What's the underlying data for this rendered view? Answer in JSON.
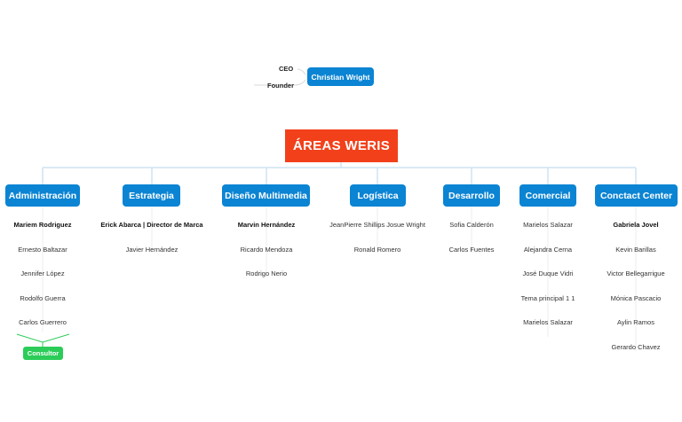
{
  "top": {
    "ceo_label": "CEO",
    "founder_label": "Founder",
    "ceo_name": "Christian Wright"
  },
  "root": {
    "title": "ÁREAS WERIS"
  },
  "areas": [
    {
      "name": "Administración",
      "members": [
        {
          "text": "Mariem Rodriguez",
          "bold": true
        },
        {
          "text": "Ernesto Baltazar",
          "bold": false
        },
        {
          "text": "Jennifer López",
          "bold": false
        },
        {
          "text": "Rodolfo Guerra",
          "bold": false
        },
        {
          "text": "Carlos Guerrero",
          "bold": false
        }
      ],
      "sub_node": "Consultor"
    },
    {
      "name": "Estrategia",
      "members": [
        {
          "text": "Erick Abarca | Director de Marca",
          "bold": true
        },
        {
          "text": "Javier Hernández",
          "bold": false
        }
      ]
    },
    {
      "name": "Diseño Multimedia",
      "members": [
        {
          "text": "Marvin Hernández",
          "bold": true
        },
        {
          "text": "Ricardo Mendoza",
          "bold": false
        },
        {
          "text": "Rodrigo Nerio",
          "bold": false
        }
      ]
    },
    {
      "name": "Logística",
      "members": [
        {
          "text": "JeanPierre Shillips Josue Wright",
          "bold": false
        },
        {
          "text": "Ronald Romero",
          "bold": false
        }
      ]
    },
    {
      "name": "Desarrollo",
      "members": [
        {
          "text": "Sofia Calderón",
          "bold": false
        },
        {
          "text": "Carlos Fuentes",
          "bold": false
        }
      ]
    },
    {
      "name": "Comercial",
      "members": [
        {
          "text": "Marielos Salazar",
          "bold": false
        },
        {
          "text": "Alejandra Cerna",
          "bold": false
        },
        {
          "text": "José Duque Vidri",
          "bold": false
        },
        {
          "text": "Tema principal 1 1",
          "bold": false
        },
        {
          "text": "Marielos Salazar",
          "bold": false
        }
      ]
    },
    {
      "name": "Conctact Center",
      "members": [
        {
          "text": "Gabriela Jovel",
          "bold": true
        },
        {
          "text": "Kevin Barillas",
          "bold": false
        },
        {
          "text": "Victor Bellegarrigue",
          "bold": false
        },
        {
          "text": "Mónica Pascacio",
          "bold": false
        },
        {
          "text": "Aylin Ramos",
          "bold": false
        },
        {
          "text": "Gerardo Chavez",
          "bold": false
        }
      ]
    }
  ],
  "colors": {
    "area_node": "#0b84d3",
    "root_node": "#f2401a",
    "sub_node": "#2ccc58",
    "connector": "#cfe3f2",
    "sub_connector": "#2ccc58"
  }
}
